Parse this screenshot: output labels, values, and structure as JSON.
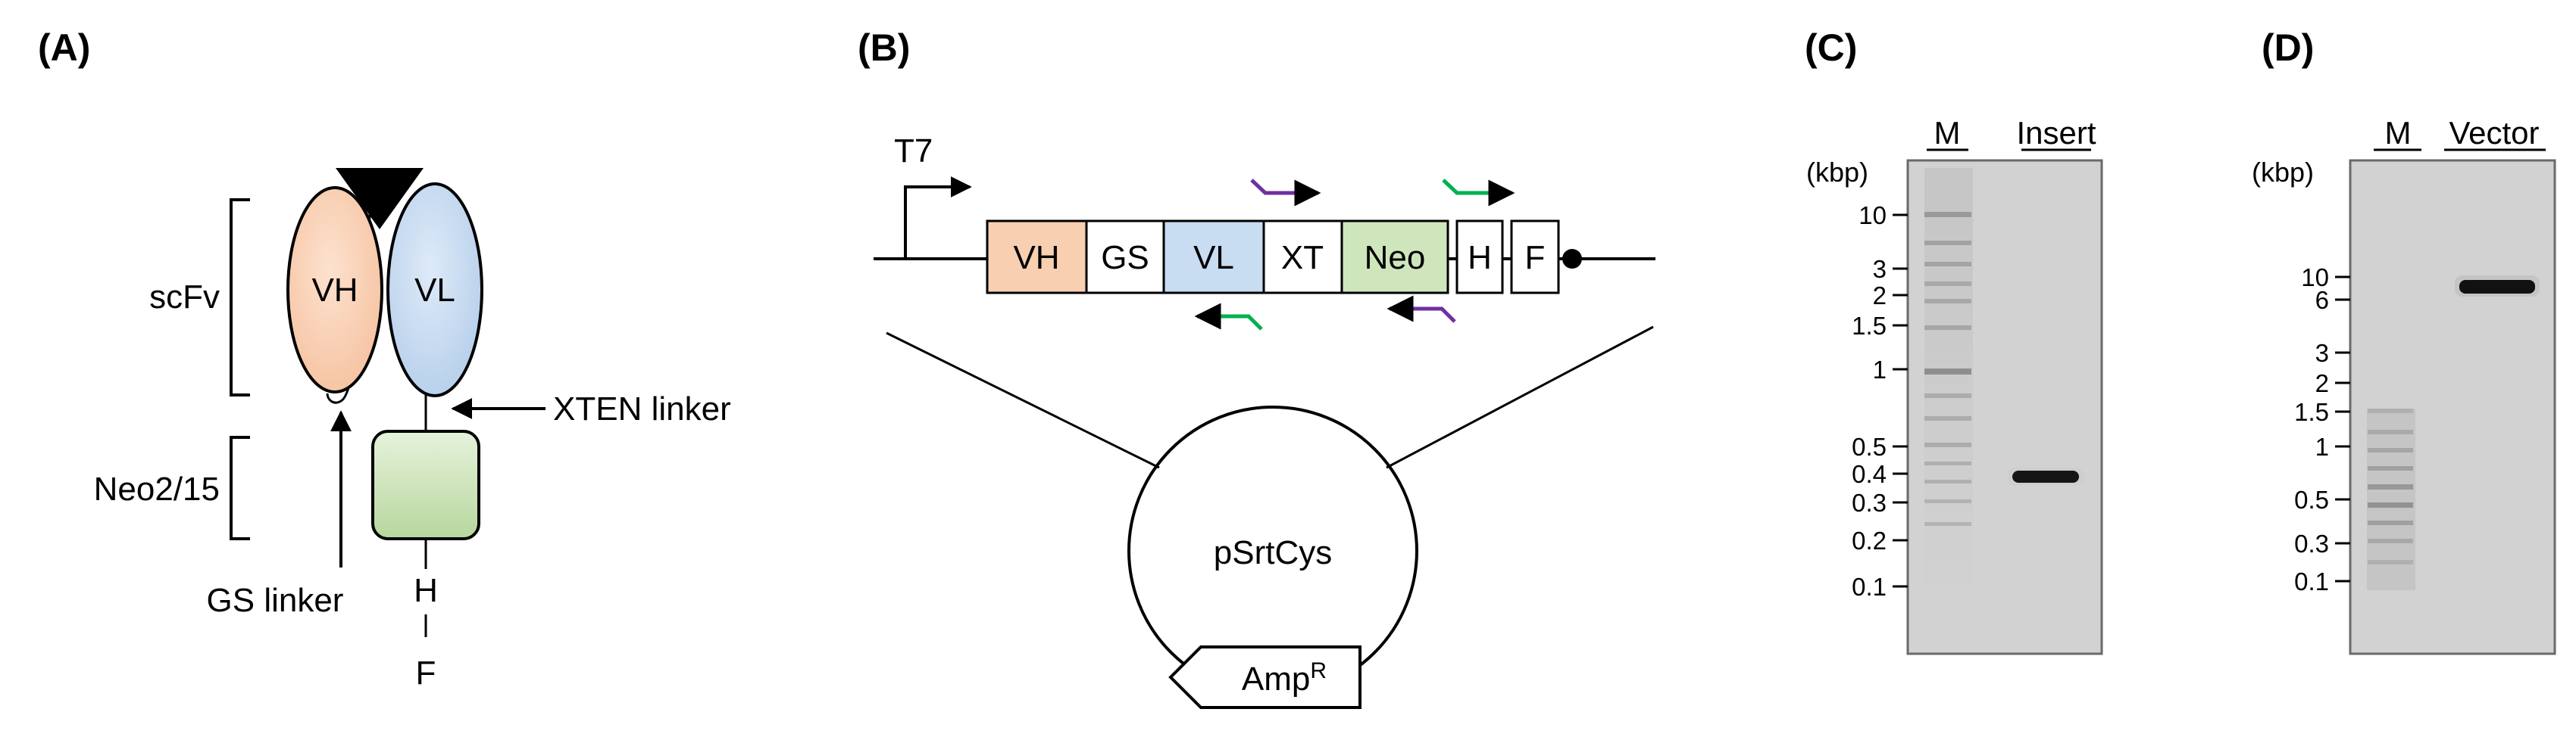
{
  "panels": {
    "a": {
      "label": "(A)",
      "scfv": "scFv",
      "vh": "VH",
      "vl": "VL",
      "neo": "Neo2/15",
      "xten_linker": "XTEN linker",
      "gs_linker": "GS linker",
      "tag_h": "H",
      "tag_f": "F"
    },
    "b": {
      "label": "(B)",
      "promoter": "T7",
      "cassette": [
        "VH",
        "GS",
        "VL",
        "XT",
        "Neo",
        "H",
        "F"
      ],
      "plasmid": "pSrtCys",
      "amp": "Amp",
      "amp_superscript": "R"
    },
    "c": {
      "label": "(C)",
      "unit": "(kbp)",
      "lane_marker": "M",
      "lane_sample": "Insert",
      "ticks": [
        "10",
        "3",
        "2",
        "1.5",
        "1",
        "0.5",
        "0.4",
        "0.3",
        "0.2",
        "0.1"
      ]
    },
    "d": {
      "label": "(D)",
      "unit": "(kbp)",
      "lane_marker": "M",
      "lane_sample": "Vector",
      "ticks": [
        "10",
        "6",
        "3",
        "2",
        "1.5",
        "1",
        "0.5",
        "0.3",
        "0.1"
      ]
    }
  },
  "colors": {
    "vh": "#f9cfb0",
    "vl": "#c8dcf2",
    "neo": "#cfe6bd",
    "primer_purple": "#7030a0",
    "primer_green": "#00b050",
    "gel_bg": "#d2d2d2"
  }
}
